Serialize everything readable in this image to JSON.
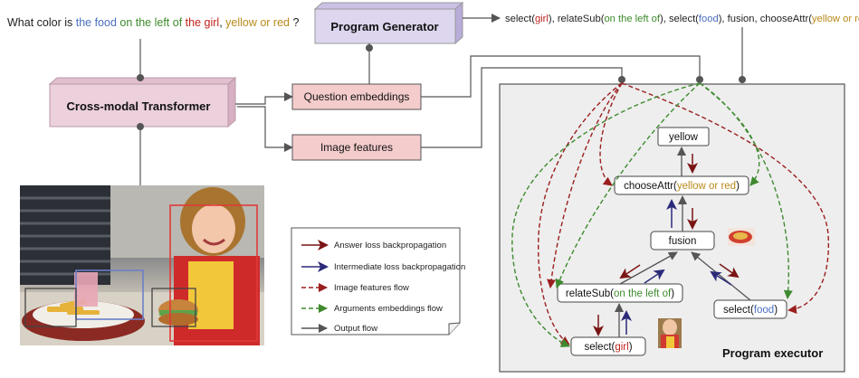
{
  "question": {
    "p1": "What color is ",
    "food": "the food",
    "rel": " on the left of ",
    "girl": "the girl",
    "sep": ", ",
    "attr": "yellow or red",
    "end": " ?"
  },
  "program": {
    "s1": "select(",
    "a1": "girl",
    "s2": "), relateSub(",
    "a2": "on the left of",
    "s3": "), select(",
    "a3": "food",
    "s4": "), fusion, chooseAttr(",
    "a4": "yellow or red",
    "s5": ")"
  },
  "boxes": {
    "program_generator": "Program Generator",
    "transformer": "Cross-modal Transformer",
    "question_embeddings": "Question embeddings",
    "image_features": "Image features"
  },
  "executor": {
    "title": "Program executor",
    "yellow": "yellow",
    "choose": "chooseAttr(",
    "choose_arg": "yellow or red",
    "choose_end": ")",
    "fusion": "fusion",
    "relate": "relateSub(",
    "relate_arg": "on the left of",
    "relate_end": ")",
    "select_food": "select(",
    "select_food_arg": "food",
    "select_food_end": ")",
    "select_girl": "select(",
    "select_girl_arg": "girl",
    "select_girl_end": ")"
  },
  "legend": [
    "Answer loss backpropagation",
    "Intermediate loss backpropagation",
    "Image features flow",
    "Arguments embeddings flow",
    "Output flow"
  ],
  "colors": {
    "answer_loss": "#7a1414",
    "intermediate_loss": "#2b2a7a",
    "image_flow": "#9a1f1f",
    "args_flow": "#3f8a2f",
    "output_flow": "#555555",
    "pink_box": "#f4cccc",
    "purple_box": "#ddd6ee",
    "transformer_box": "#ecd0dc",
    "executor_bg": "#eeeeee"
  }
}
